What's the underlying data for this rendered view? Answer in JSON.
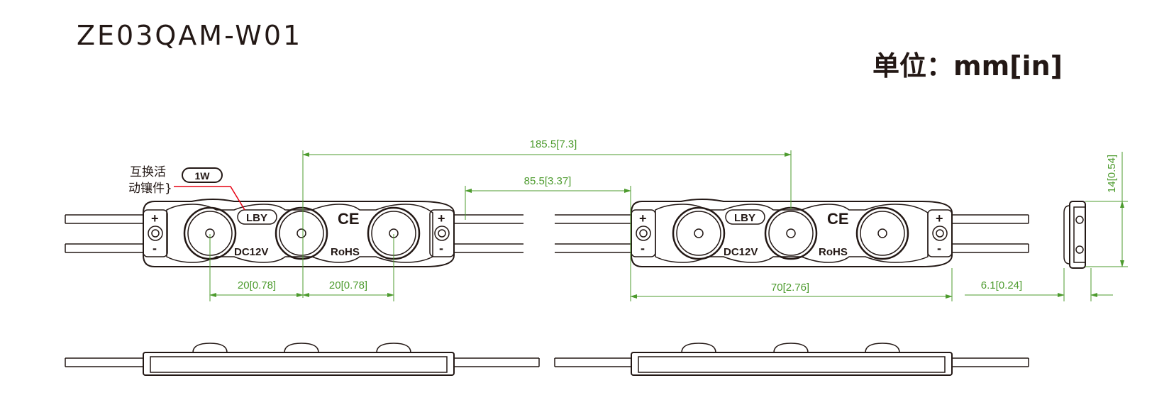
{
  "title": "ZE03QAM-W01",
  "unit_label": "单位：mm[in]",
  "callout": {
    "line1": "互换活",
    "line2": "动镶件}",
    "power": "1W"
  },
  "module_marks": {
    "brand": "LBY",
    "voltage": "DC12V",
    "rohs": "RoHS",
    "ce": "CE",
    "plus": "+",
    "minus": "-"
  },
  "dimensions": {
    "pitch_total": "185.5[7.3]",
    "wire_gap": "85.5[3.37]",
    "led_spacing_left": "20[0.78]",
    "led_spacing_right": "20[0.78]",
    "module_length": "70[2.76]",
    "thickness": "6.1[0.24]",
    "width": "14[0.54]"
  },
  "colors": {
    "dimension": "#4d9b2e",
    "outline": "#231815",
    "callout_line": "#e60012"
  }
}
